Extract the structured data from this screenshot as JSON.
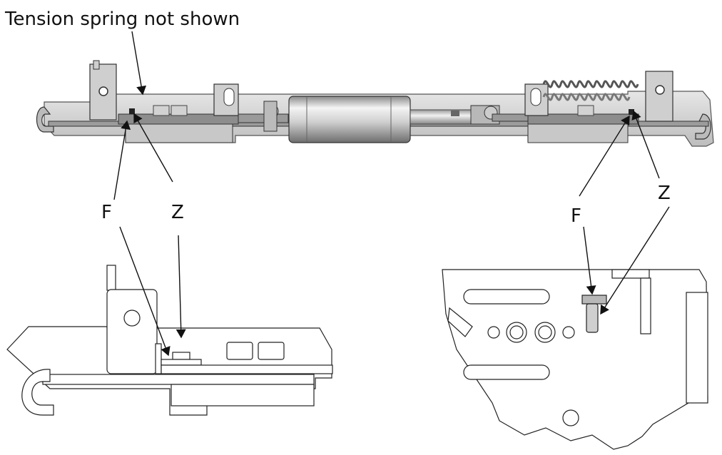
{
  "annotation": {
    "text": "Tension spring not shown"
  },
  "labels": {
    "top_left_f": "F",
    "top_left_z": "Z",
    "top_right_f": "F",
    "top_right_z": "Z"
  },
  "palette": {
    "line": "#222222",
    "light_fill": "#d9d9d9",
    "mid_fill": "#a8a8a8",
    "dark_fill": "#5a5a5a",
    "cylinder_hi": "#f2f2f2",
    "cylinder_lo": "#7d7d7d"
  }
}
